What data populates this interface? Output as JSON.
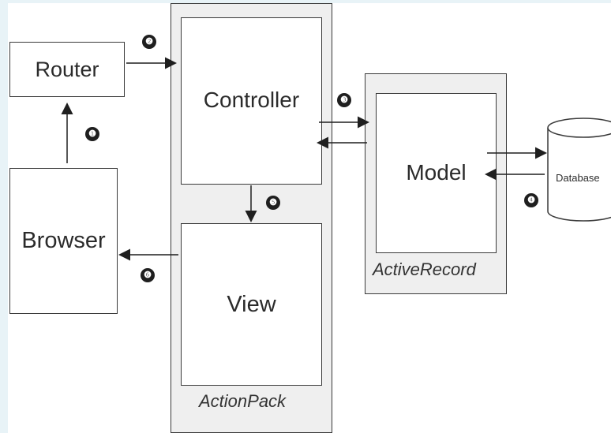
{
  "nodes": {
    "router": "Router",
    "browser": "Browser",
    "controller": "Controller",
    "view": "View",
    "model": "Model",
    "database": "Database"
  },
  "groups": {
    "actionpack": "ActionPack",
    "activerecord": "ActiveRecord"
  },
  "steps": [
    "❷",
    "❶",
    "❸",
    "❹",
    "❺",
    "❻"
  ]
}
